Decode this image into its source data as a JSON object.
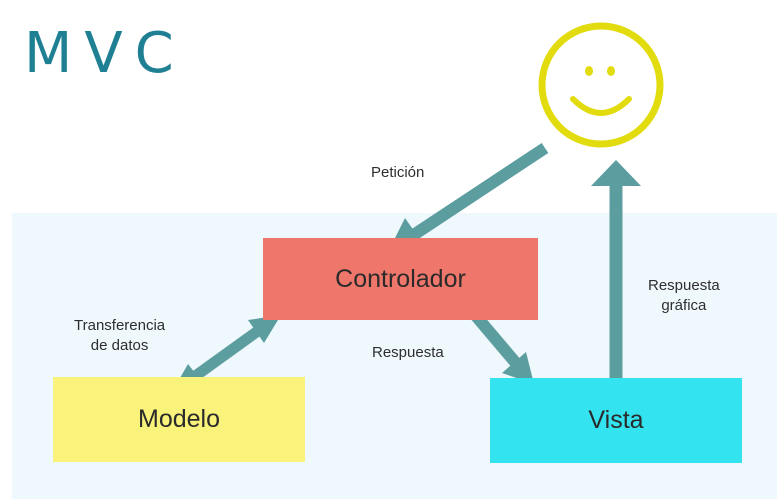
{
  "title": "MVC",
  "controller": {
    "label": "Controlador"
  },
  "model": {
    "label": "Modelo"
  },
  "view": {
    "label": "Vista"
  },
  "edges": {
    "request": "Petición",
    "data_transfer": [
      "Transferencia",
      "de datos"
    ],
    "response": "Respuesta",
    "graphic_response": [
      "Respuesta",
      "gráfica"
    ]
  },
  "user_icon": "smiley-face-icon",
  "colors": {
    "title": "#1f7f93",
    "arrow": "#5c9ea0",
    "controller": "#ef766a",
    "model": "#f9f27b",
    "view": "#33e3ef",
    "smiley": "#e2dc0e",
    "panel": "#eef8fd"
  }
}
